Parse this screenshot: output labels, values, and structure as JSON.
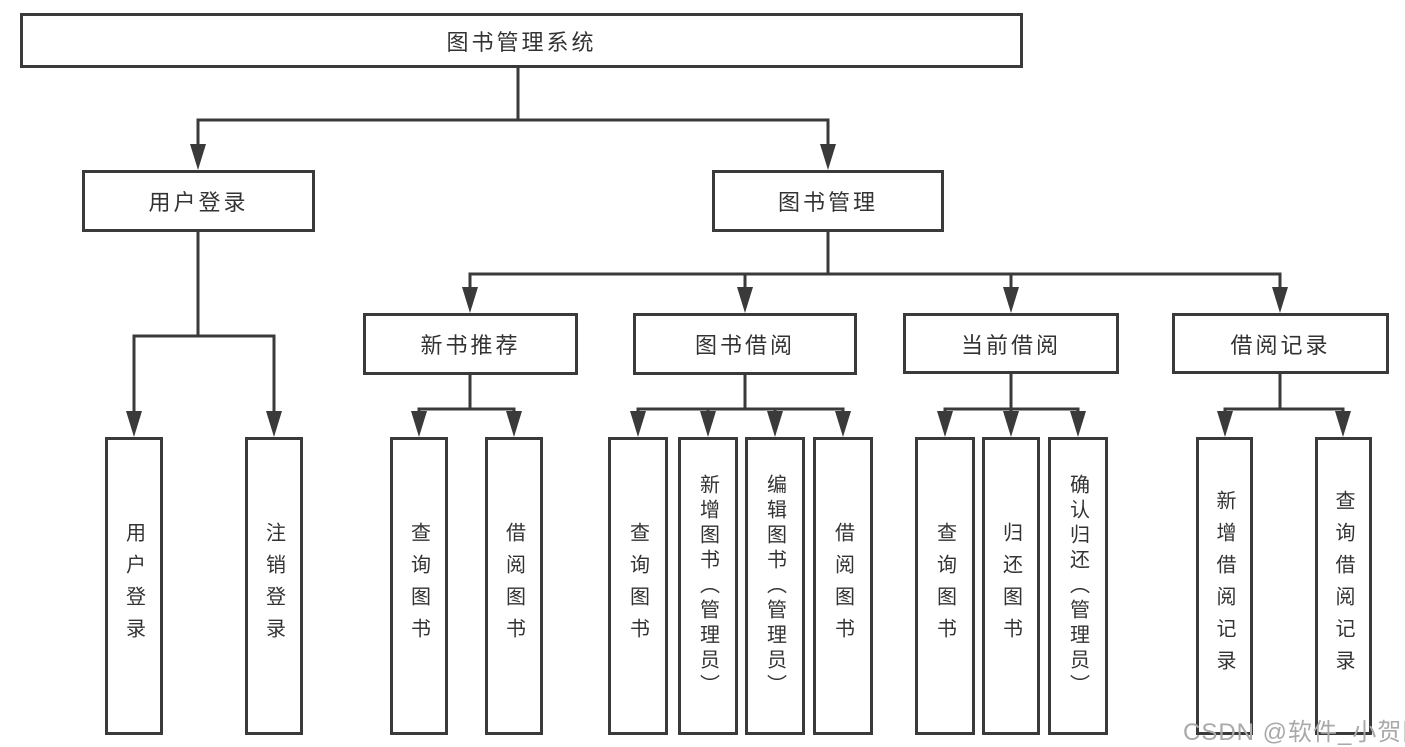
{
  "diagram": {
    "root": "图书管理系统",
    "level2": {
      "user_login": "用户登录",
      "book_management": "图书管理"
    },
    "level3": {
      "new_book_recommend": "新书推荐",
      "book_borrowing": "图书借阅",
      "current_borrowing": "当前借阅",
      "borrowing_records": "借阅记录"
    },
    "leaves": {
      "user_login": "用户登录",
      "logout": "注销登录",
      "recommend_query_books": "查询图书",
      "recommend_borrow_books": "借阅图书",
      "borrowing_query_books": "查询图书",
      "borrowing_add_books": "新增图书（管理员）",
      "borrowing_edit_books": "编辑图书（管理员）",
      "borrowing_borrow_books": "借阅图书",
      "current_query_books": "查询图书",
      "current_return_books": "归还图书",
      "current_confirm_return": "确认归还（管理员）",
      "records_add_record": "新增借阅记录",
      "records_query_record": "查询借阅记录"
    }
  },
  "watermark": "CSDN @软件_小贺同学",
  "colors": {
    "line": "#3a3a3a",
    "text": "#333333",
    "watermark": "#a9a9a9",
    "background": "#ffffff"
  }
}
